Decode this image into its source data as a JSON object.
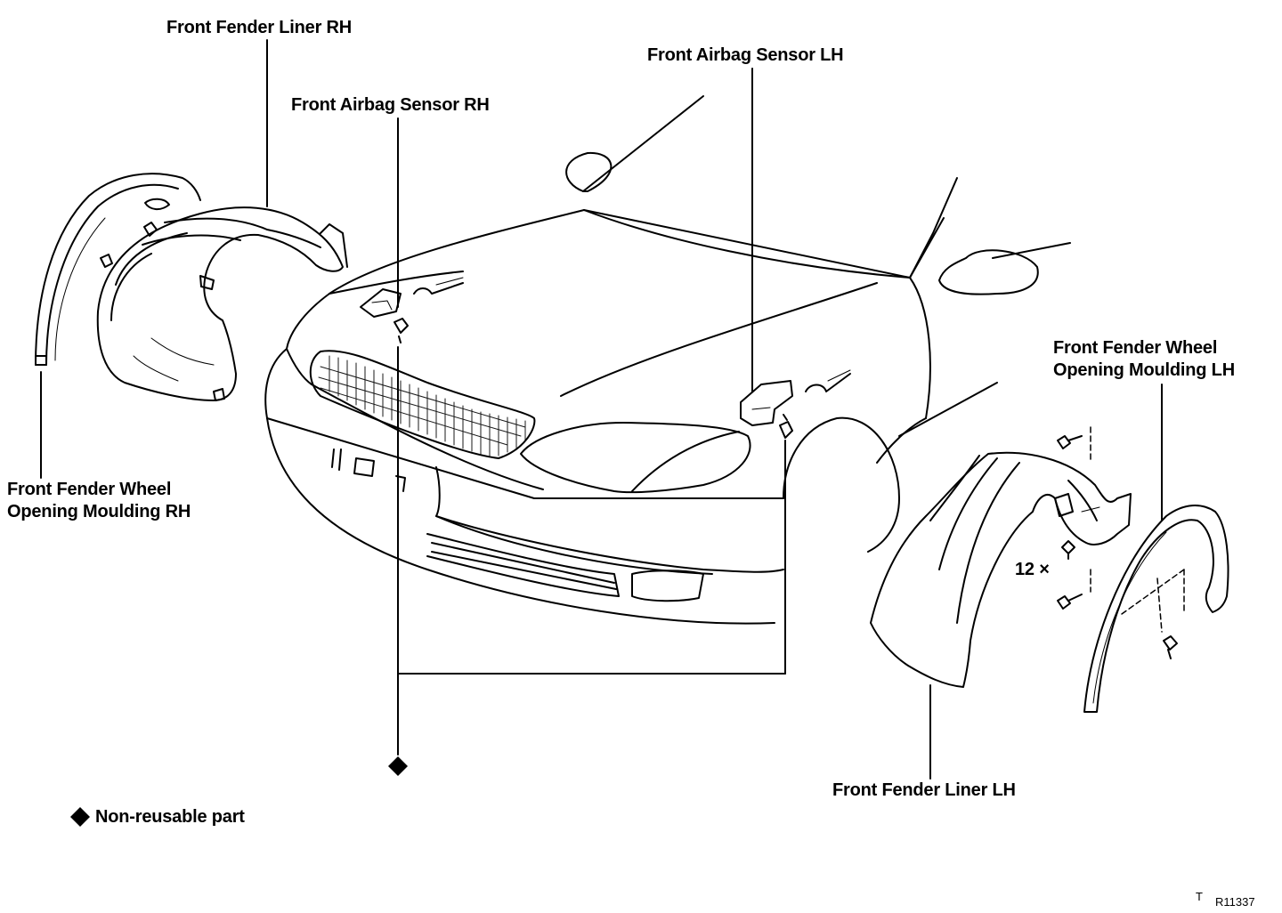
{
  "labels": {
    "fender_liner_rh": "Front Fender Liner RH",
    "airbag_sensor_rh": "Front Airbag Sensor RH",
    "airbag_sensor_lh": "Front Airbag Sensor LH",
    "moulding_lh_line1": "Front Fender Wheel",
    "moulding_lh_line2": "Opening Moulding LH",
    "moulding_rh_line1": "Front Fender Wheel",
    "moulding_rh_line2": "Opening Moulding RH",
    "fender_liner_lh": "Front Fender Liner LH",
    "screw_count": "12 ×",
    "legend_non_reusable": "Non-reusable part",
    "figure_code_t": "T",
    "figure_code": "R11337"
  },
  "icons": {
    "legend_marker": "diamond-icon"
  },
  "colors": {
    "ink": "#000000",
    "background": "#ffffff"
  }
}
